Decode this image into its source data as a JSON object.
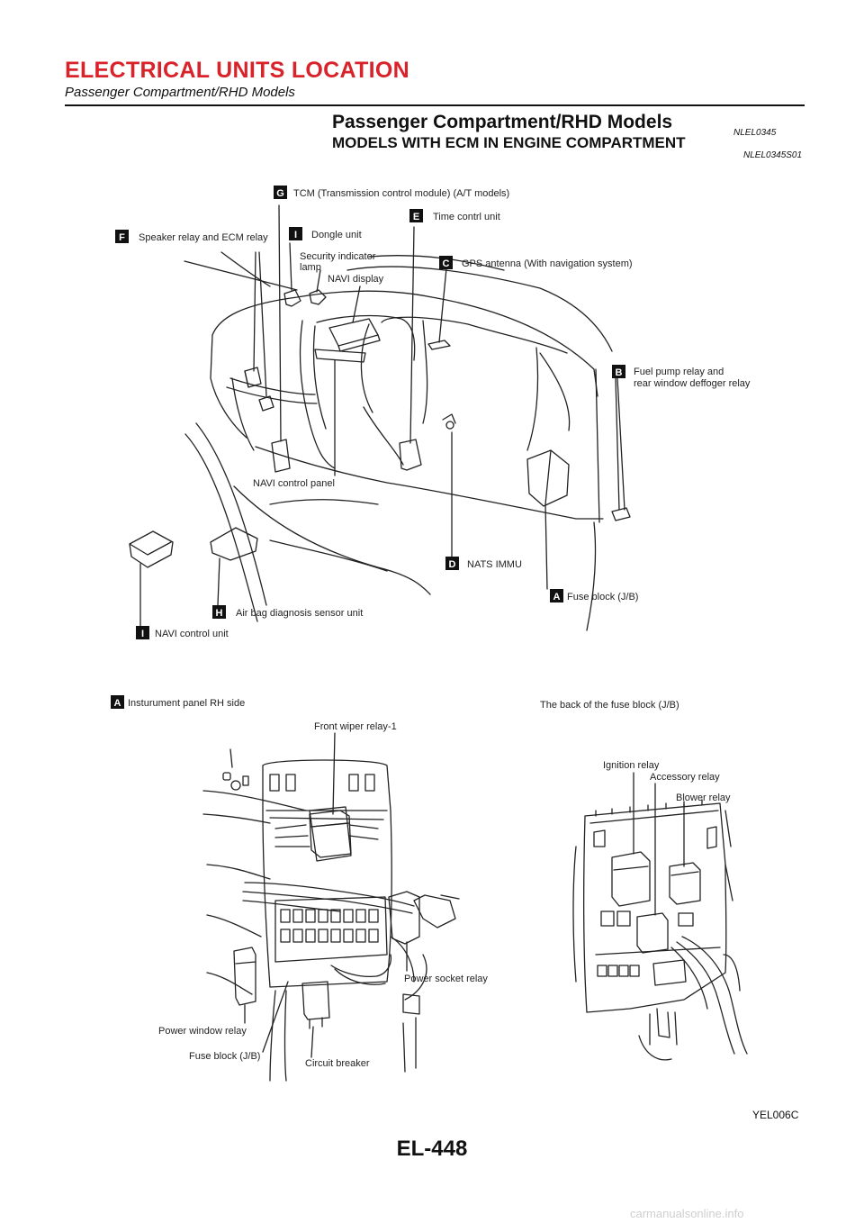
{
  "header": {
    "title": "ELECTRICAL UNITS LOCATION",
    "subtitle": "Passenger Compartment/RHD Models"
  },
  "section": {
    "title": "Passenger Compartment/RHD Models",
    "ref": "NLEL0345"
  },
  "subsection": {
    "title": "MODELS WITH ECM IN ENGINE COMPARTMENT",
    "ref": "NLEL0345S01"
  },
  "labels": {
    "tcm": "TCM (Transmission control module) (A/T models)",
    "time": "Time contrl unit",
    "speaker": "Speaker relay and ECM relay",
    "dongle": "Dongle unit",
    "security1": "Security indicator",
    "security2": "lamp",
    "gps": "GPS antenna (With navigation system)",
    "navi_display": "NAVI display",
    "fuel_pump1": "Fuel pump relay and",
    "fuel_pump2": "rear window deffoger relay",
    "navi_panel": "NAVI control panel",
    "nats": "NATS IMMU",
    "fuse_block": "Fuse block (J/B)",
    "airbag": "Air bag diagnosis sensor unit",
    "navi_unit": "NAVI control unit",
    "rh_side": "Insturument panel RH side",
    "back_fuse": "The back of the fuse block (J/B)",
    "front_wiper": "Front wiper relay-1",
    "ignition": "Ignition relay",
    "accessory": "Accessory relay",
    "blower": "Blower relay",
    "power_socket": "Power socket relay",
    "power_window": "Power window relay",
    "fuse_block2": "Fuse block (J/B)",
    "circuit_breaker": "Circuit breaker"
  },
  "badges": {
    "A": "A",
    "B": "B",
    "C": "C",
    "D": "D",
    "E": "E",
    "F": "F",
    "G": "G",
    "H": "H",
    "I": "I"
  },
  "figure": {
    "code": "YEL006C"
  },
  "footer": {
    "page": "EL-448",
    "watermark": "carmanualsonline.info"
  },
  "colors": {
    "accent": "#d8232a",
    "line": "#222222"
  }
}
